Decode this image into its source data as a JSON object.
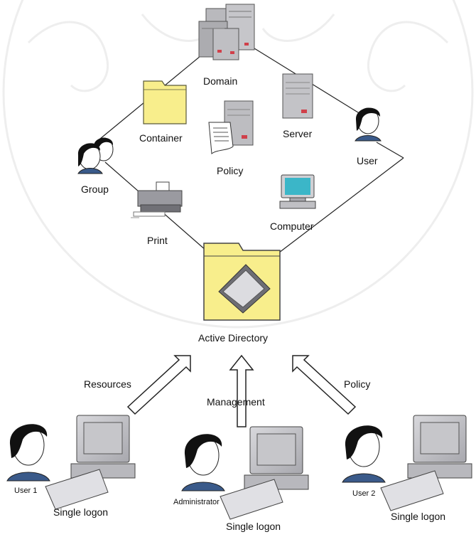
{
  "nodes": {
    "domain": "Domain",
    "container": "Container",
    "server": "Server",
    "policy": "Policy",
    "user": "User",
    "group": "Group",
    "print": "Print",
    "computer": "Computer",
    "active_directory": "Active Directory"
  },
  "flows": {
    "resources": "Resources",
    "management": "Management",
    "policy": "Policy"
  },
  "clients": [
    {
      "role": "User 1",
      "caption": "Single logon"
    },
    {
      "role": "Administrator",
      "caption": "Single logon"
    },
    {
      "role": "User 2",
      "caption": "Single logon"
    }
  ],
  "colors": {
    "folder_fill": "#f8ee8c",
    "folder_stroke": "#5a5a3a",
    "server_gray": "#b9b9bd",
    "server_dark": "#7b7b80",
    "server_red": "#d0404a",
    "monitor_teal": "#3bb6c8",
    "hair": "#111111",
    "skin": "#ffffff",
    "shirt": "#3a5a8a",
    "line": "#222222",
    "watermark": "#d8d8d8"
  }
}
